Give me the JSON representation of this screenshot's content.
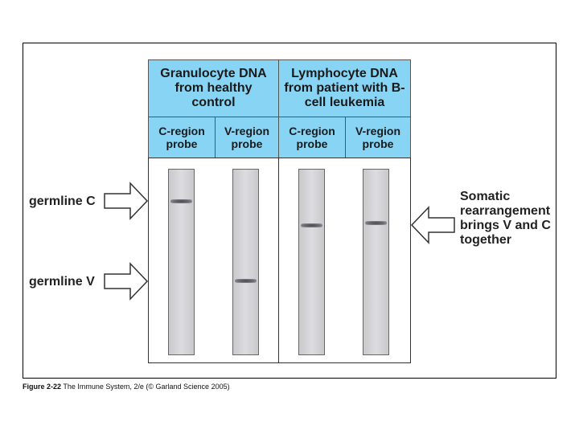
{
  "columns": {
    "group_left": "Granulocyte DNA from healthy control",
    "group_right": "Lymphocyte DNA from patient with B-cell leukemia",
    "probe1": "C-region probe",
    "probe2": "V-region probe",
    "probe3": "C-region probe",
    "probe4": "V-region probe"
  },
  "labels": {
    "germline_c": "germline C",
    "germline_v": "germline V",
    "somatic": "Somatic rearrangement brings V and C together"
  },
  "caption": {
    "figure": "Figure 2-22",
    "source": "The Immune System, 2/e (© Garland Science 2005)"
  },
  "colors": {
    "header_blue": "#87d4f4",
    "lane_gray": "#d3d3d7",
    "band_dark": "#4a4a52"
  }
}
